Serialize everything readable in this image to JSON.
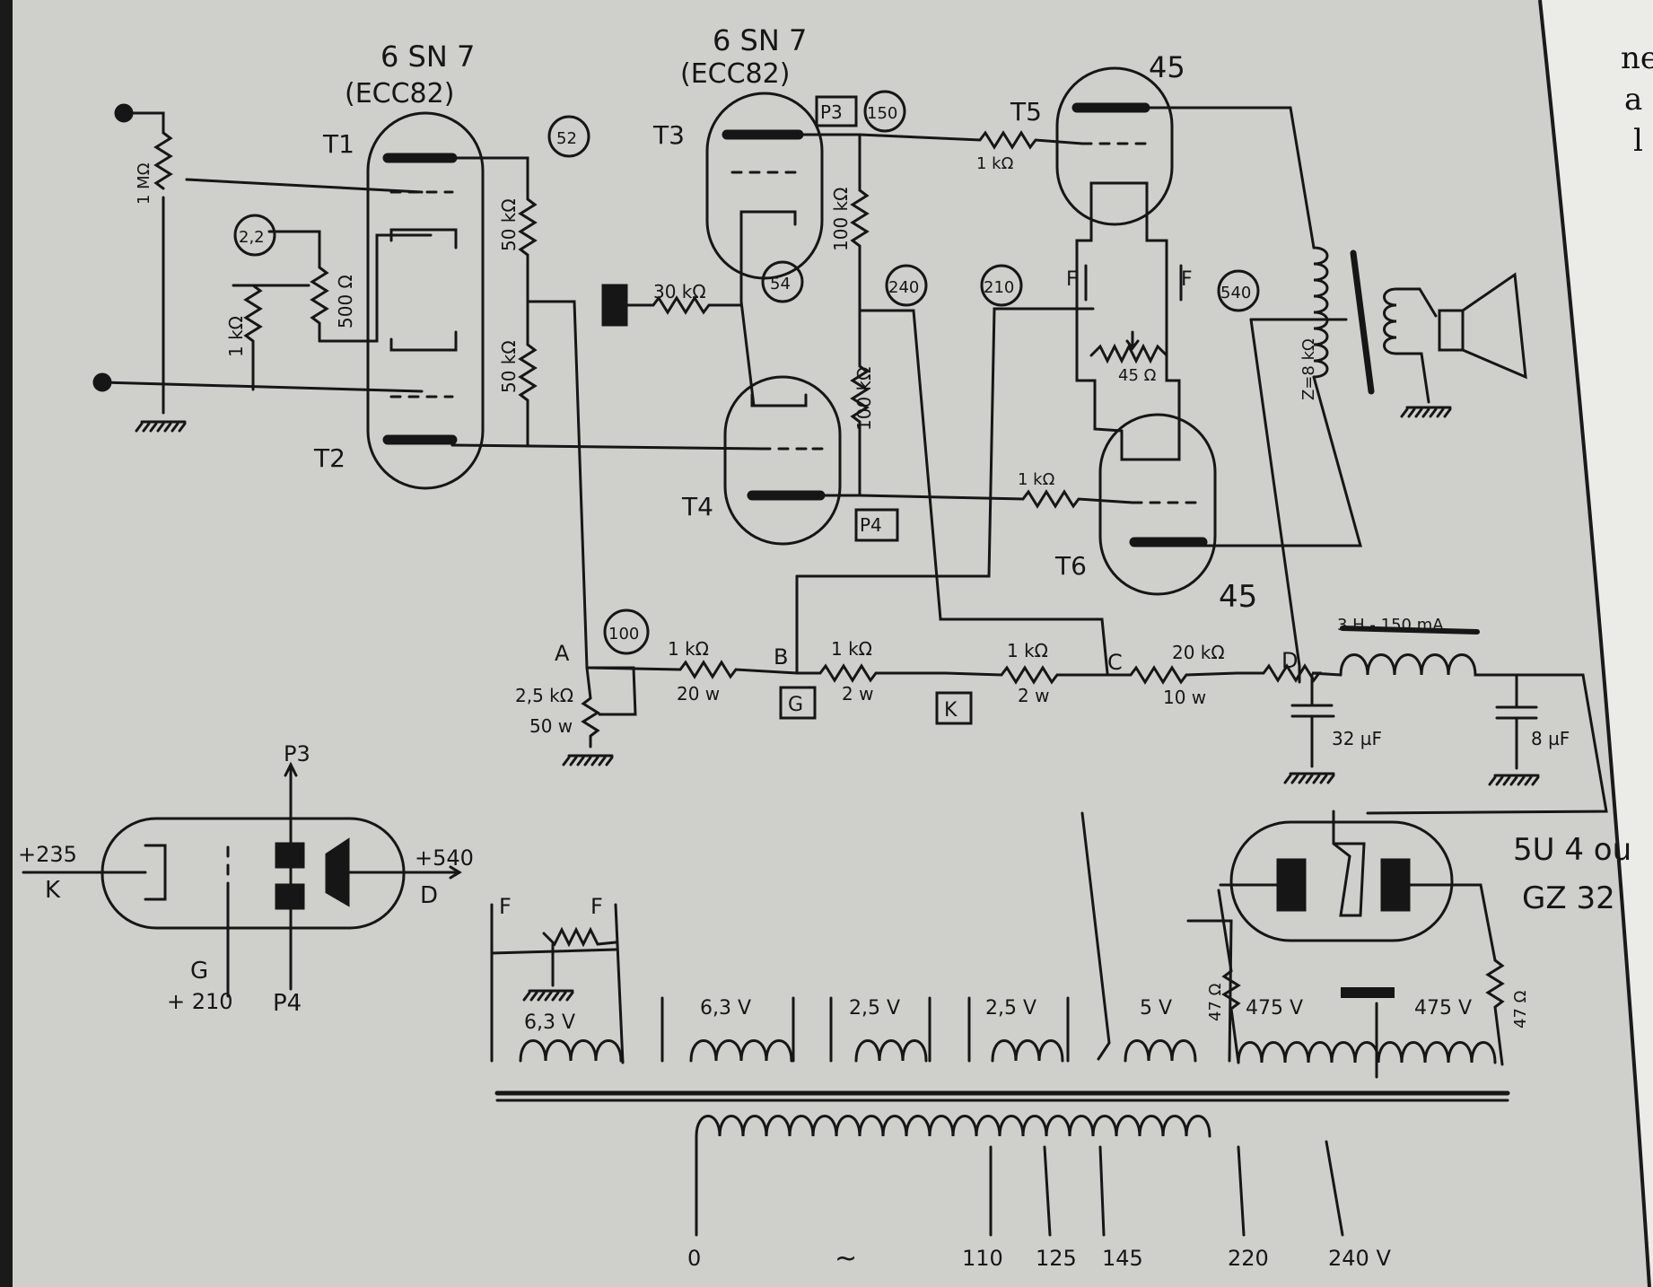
{
  "tubes": {
    "t1_type": "6 SN 7",
    "t1_alt": "(ECC82)",
    "t3_type": "6 SN 7",
    "t3_alt": "(ECC82)",
    "t5_type": "45",
    "t6_type": "45",
    "rect_line1": "5U 4 ou",
    "rect_line2": "GZ 32",
    "labels": {
      "t1": "T1",
      "t2": "T2",
      "t3": "T3",
      "t4": "T4",
      "t5": "T5",
      "t6": "T6"
    }
  },
  "components": {
    "pot_in": "1 MΩ",
    "r_1k_in": "1 kΩ",
    "r_500": "500 Ω",
    "r_50k_a": "50 kΩ",
    "r_50k_b": "50 kΩ",
    "r_30k": "30 kΩ",
    "r_100k_a": "100 kΩ",
    "r_100k_b": "100 kΩ",
    "r_grid_t5": "1 kΩ",
    "r_grid_t6": "1 kΩ",
    "pot_hum": "45 Ω",
    "out_z": "Z=8 kΩ",
    "pot_bleed_1": "2,5 kΩ",
    "pot_bleed_2": "50 w",
    "r_ab_1": "1 kΩ",
    "r_ab_2": "20 w",
    "r_bk_1": "1 kΩ",
    "r_bk_2": "2 w",
    "r_kc_1": "1 kΩ",
    "r_kc_2": "2 w",
    "r_cd_1": "20 kΩ",
    "r_cd_2": "10 w",
    "choke": "3 H - 150 mA",
    "cap_a": "32 µF",
    "cap_b": "8 µF",
    "r_47_a": "47 Ω",
    "r_47_b": "47 Ω"
  },
  "voltages": {
    "v52": "52",
    "v150": "150",
    "v54": "54",
    "v240": "240",
    "v210": "210",
    "v540": "540",
    "v100": "100",
    "v22": "2,2"
  },
  "points": {
    "a": "A",
    "b": "B",
    "c": "C",
    "d": "D",
    "g": "G",
    "k": "K",
    "p3": "P3",
    "p4": "P4",
    "f1": "F",
    "f2": "F"
  },
  "legend": {
    "p3": "P3",
    "p4": "P4",
    "k_val": "+235",
    "k": "K",
    "d_val": "+540",
    "d": "D",
    "g": "G",
    "g_val": "+ 210"
  },
  "transformer": {
    "f_left": "F",
    "f_right": "F",
    "w_63_a": "6,3 V",
    "w_63_b": "6,3 V",
    "w_25_a": "2,5 V",
    "w_25_b": "2,5 V",
    "w_5": "5 V",
    "w_475_a": "475 V",
    "w_475_b": "475 V",
    "taps": [
      "0",
      "~",
      "110",
      "125",
      "145",
      "220",
      "240 V"
    ]
  },
  "page_fragment": [
    "ne",
    "a",
    "l"
  ]
}
